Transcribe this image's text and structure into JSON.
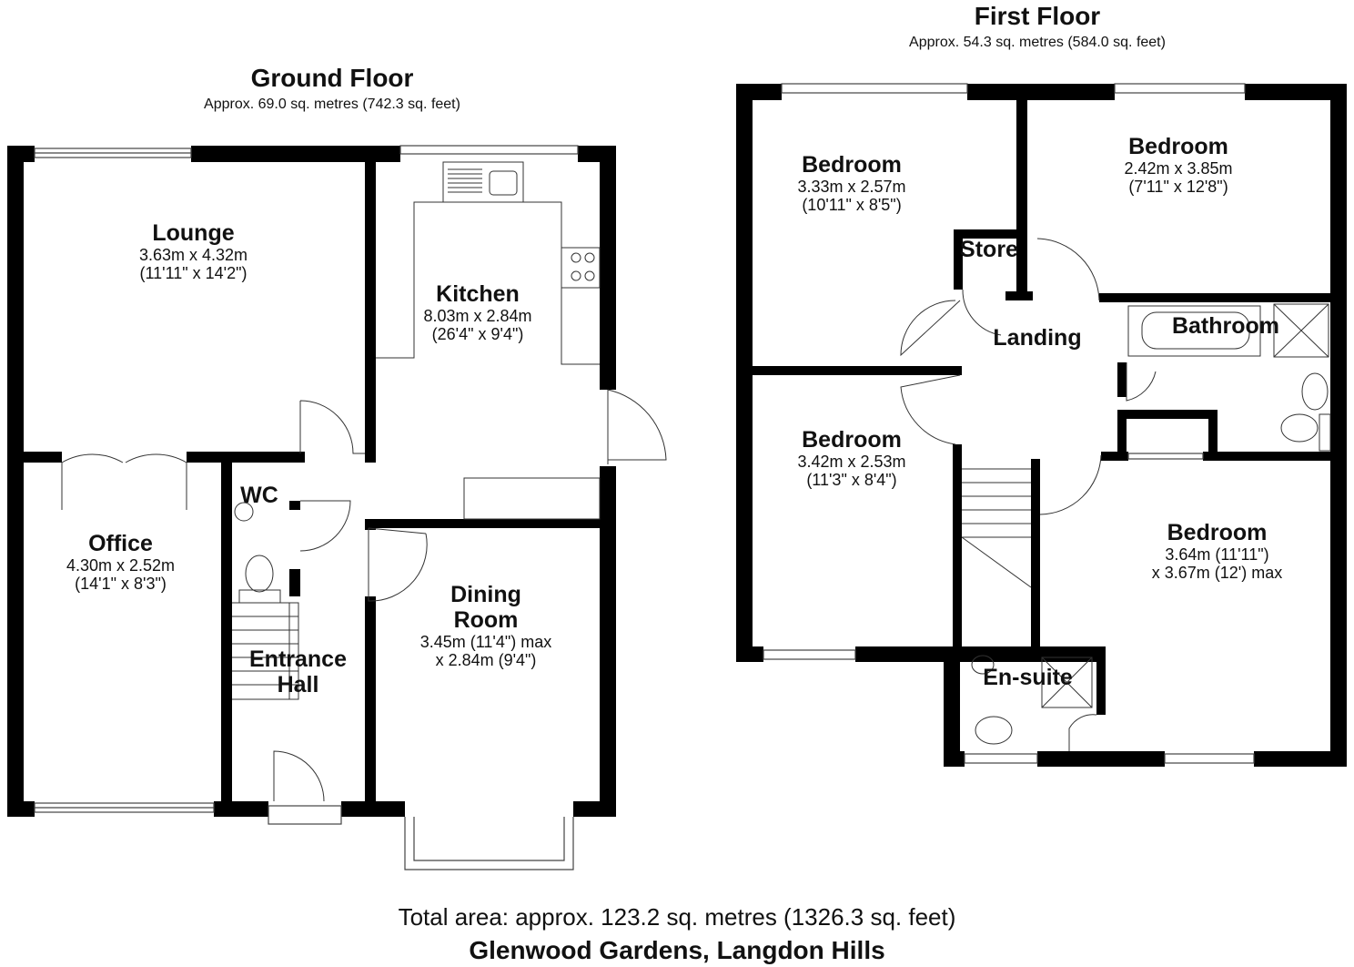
{
  "ground_floor": {
    "title": "Ground Floor",
    "area": "Approx. 69.0 sq. metres (742.3 sq. feet)",
    "rooms": {
      "lounge": {
        "name": "Lounge",
        "dim1": "3.63m x 4.32m",
        "dim2": "(11'11\" x 14'2\")"
      },
      "kitchen": {
        "name": "Kitchen",
        "dim1": "8.03m x 2.84m",
        "dim2": "(26'4\" x 9'4\")"
      },
      "office": {
        "name": "Office",
        "dim1": "4.30m x 2.52m",
        "dim2": "(14'1\" x 8'3\")"
      },
      "wc": {
        "name": "WC"
      },
      "entrance_hall": {
        "name_line1": "Entrance",
        "name_line2": "Hall"
      },
      "dining_room": {
        "name_line1": "Dining",
        "name_line2": "Room",
        "dim1": "3.45m (11'4\") max",
        "dim2": "x 2.84m (9'4\")"
      }
    }
  },
  "first_floor": {
    "title": "First Floor",
    "area": "Approx. 54.3 sq. metres (584.0 sq. feet)",
    "rooms": {
      "bedroom_1": {
        "name": "Bedroom",
        "dim1": "3.33m x 2.57m",
        "dim2": "(10'11\" x 8'5\")"
      },
      "bedroom_2": {
        "name": "Bedroom",
        "dim1": "2.42m x 3.85m",
        "dim2": "(7'11\" x 12'8\")"
      },
      "store": {
        "name": "Store"
      },
      "landing": {
        "name": "Landing"
      },
      "bathroom": {
        "name": "Bathroom"
      },
      "bedroom_3": {
        "name": "Bedroom",
        "dim1": "3.42m x 2.53m",
        "dim2": "(11'3\" x 8'4\")"
      },
      "bedroom_4": {
        "name": "Bedroom",
        "dim1": "3.64m (11'11\")",
        "dim2": "x 3.67m (12') max"
      },
      "ensuite": {
        "name": "En-suite"
      }
    }
  },
  "footer": {
    "total_area": "Total area: approx. 123.2 sq. metres (1326.3 sq. feet)",
    "address": "Glenwood Gardens, Langdon Hills"
  }
}
